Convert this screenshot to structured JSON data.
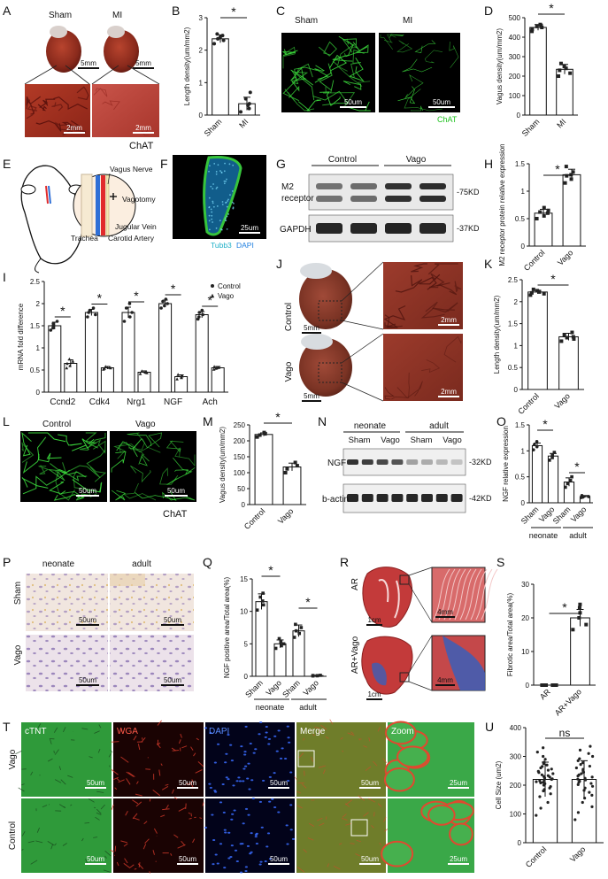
{
  "panels": {
    "A": {
      "letter": "A",
      "labels": [
        "Sham",
        "MI"
      ],
      "scale_top": "5mm",
      "scale_bottom": "2mm",
      "stain": "ChAT",
      "colors": {
        "tissue": "#a5301f",
        "tissue_dark": "#6e1510",
        "vessel": "#5c120d"
      }
    },
    "B": {
      "letter": "B",
      "signif": "*",
      "mark_shape": "circle"
    },
    "C": {
      "letter": "C",
      "labels": [
        "Sham",
        "MI"
      ],
      "scale": "50um",
      "stain": "ChAT",
      "colors": {
        "fiber": "#39d43a",
        "stain_text": "#22c322"
      }
    },
    "D": {
      "letter": "D",
      "signif": "*",
      "mark_shape": "square"
    },
    "E": {
      "letter": "E",
      "labels": {
        "nerve": "Vagus Nerve",
        "cut": "Vagotomy",
        "vein": "Jugular Vein",
        "trachea": "Trachea",
        "artery": "Carotid Artery"
      },
      "colors": {
        "vein": "#2f6fd6",
        "artery": "#e12b2b",
        "nerve": "#f2e9b6",
        "trachea": "#f6ead2"
      }
    },
    "F": {
      "letter": "F",
      "scale": "25um",
      "stains": [
        "Tubb3",
        "DAPI"
      ],
      "colors": {
        "green": "#37c43c",
        "blue": "#1a8fd6",
        "tubb3": "#1fb0c8",
        "dapi": "#1f7fe0"
      }
    },
    "G": {
      "letter": "G",
      "groups": [
        "Control",
        "Vago"
      ],
      "rows": [
        "M2 receptor",
        "GAPDH"
      ],
      "sizes": [
        "-75KD",
        "-37KD"
      ],
      "band_intensity": {
        "M2 receptor": [
          0.55,
          0.58,
          0.85,
          0.88
        ],
        "GAPDH": [
          0.9,
          0.9,
          0.92,
          0.9
        ]
      }
    },
    "H": {
      "letter": "H",
      "signif": "*",
      "mark_shape": "square"
    },
    "I": {
      "letter": "I",
      "signif": "*",
      "legend": [
        "Control",
        "Vago"
      ],
      "mark_shapes": [
        "circle",
        "triangle"
      ]
    },
    "J": {
      "letter": "J",
      "labels": [
        "Control",
        "Vago"
      ],
      "scale_left": "5mm",
      "scale_right": "2mm"
    },
    "K": {
      "letter": "K",
      "signif": "*",
      "mark_shape": "square"
    },
    "L": {
      "letter": "L",
      "labels": [
        "Control",
        "Vago"
      ],
      "scale": "50um",
      "stain": "ChAT"
    },
    "M": {
      "letter": "M",
      "signif": "*",
      "mark_shape": "square"
    },
    "N": {
      "letter": "N",
      "ages": [
        "neonate",
        "adult"
      ],
      "lanes": [
        "Sham",
        "Vago",
        "Sham",
        "Vago"
      ],
      "rows": [
        "NGF",
        "b-actin"
      ],
      "sizes": [
        "-32KD",
        "-42KD"
      ],
      "band_intensity": {
        "NGF": [
          0.85,
          0.8,
          0.75,
          0.7,
          0.35,
          0.3,
          0.25,
          0.2
        ],
        "b-actin": [
          0.9,
          0.9,
          0.9,
          0.9,
          0.9,
          0.9,
          0.9,
          0.9
        ]
      }
    },
    "O": {
      "letter": "O",
      "signif": "*",
      "mark_shapes": [
        "circle",
        "square",
        "square",
        "circle"
      ]
    },
    "P": {
      "letter": "P",
      "cols": [
        "neonate",
        "adult"
      ],
      "rows": [
        "Sham",
        "Vago"
      ],
      "scale": "50um"
    },
    "Q": {
      "letter": "Q",
      "signif": "*",
      "mark_shape": "square"
    },
    "R": {
      "letter": "R",
      "labels": [
        "AR",
        "AR+Vago"
      ],
      "scale_left": "1cm",
      "scale_right": "4mm",
      "colors": {
        "tissue": "#c33a3a",
        "fibrosis": "#3b5fb8"
      }
    },
    "S": {
      "letter": "S",
      "signif": "*",
      "mark_shape": "square"
    },
    "T": {
      "letter": "T",
      "cols": [
        "cTNT",
        "WGA",
        "DAPI",
        "Merge",
        "Zoom"
      ],
      "rows": [
        "Vago",
        "Control"
      ],
      "scales": [
        "50um",
        "50um",
        "50um",
        "50um",
        "25um"
      ],
      "colors": {
        "cTNT": "#2f9a3a",
        "WGA": "#d23a2a",
        "DAPI": "#2a4fc0",
        "Merge": "#6f7d2a",
        "Zoom": "#3aa848",
        "label": "#ffffff",
        "label_wga": "#ff5a4a",
        "label_dapi": "#5a8cff",
        "label_merge": "#ffffff"
      }
    },
    "U": {
      "letter": "U",
      "ns": "ns",
      "mark_shape": "circle"
    }
  },
  "chart_data": [
    {
      "panel": "B",
      "type": "bar",
      "categories": [
        "Sham",
        "MI"
      ],
      "values": [
        2.35,
        0.35
      ],
      "errors": [
        0.12,
        0.2
      ],
      "points": [
        [
          2.2,
          2.3,
          2.35,
          2.4,
          2.45,
          2.5
        ],
        [
          0.1,
          0.2,
          0.3,
          0.35,
          0.5,
          0.7
        ]
      ],
      "ylabel": "Length density(um/mm2)",
      "ylim": [
        0,
        3
      ],
      "yticks": [
        0,
        1,
        2,
        3
      ]
    },
    {
      "panel": "D",
      "type": "bar",
      "categories": [
        "Sham",
        "MI"
      ],
      "values": [
        450,
        235
      ],
      "errors": [
        15,
        25
      ],
      "points": [
        [
          430,
          440,
          450,
          455,
          460,
          465
        ],
        [
          200,
          215,
          230,
          240,
          250,
          265
        ]
      ],
      "ylabel": "Vagus density(um/mm2)",
      "ylim": [
        0,
        500
      ],
      "yticks": [
        0,
        100,
        200,
        300,
        400,
        500
      ]
    },
    {
      "panel": "H",
      "type": "bar",
      "categories": [
        "Control",
        "Vago"
      ],
      "values": [
        0.6,
        1.3
      ],
      "errors": [
        0.07,
        0.1
      ],
      "points": [
        [
          0.5,
          0.55,
          0.6,
          0.62,
          0.65,
          0.7
        ],
        [
          1.15,
          1.22,
          1.28,
          1.3,
          1.35,
          1.45
        ]
      ],
      "ylabel": "M2 receptor protein relative expression",
      "ylim": [
        0,
        1.5
      ],
      "yticks": [
        0,
        0.5,
        1.0,
        1.5
      ]
    },
    {
      "panel": "I",
      "type": "bar",
      "categories": [
        "Ccnd2",
        "Cdk4",
        "Nrg1",
        "NGF",
        "Ach"
      ],
      "series": [
        {
          "name": "Control",
          "values": [
            1.5,
            1.8,
            1.8,
            2.0,
            1.75
          ],
          "errors": [
            0.08,
            0.07,
            0.12,
            0.08,
            0.07
          ],
          "points": [
            [
              1.4,
              1.45,
              1.5,
              1.55,
              1.6
            ],
            [
              1.7,
              1.75,
              1.8,
              1.85,
              1.9
            ],
            [
              1.6,
              1.7,
              1.8,
              1.9,
              2.0
            ],
            [
              1.9,
              1.95,
              2.0,
              2.05,
              2.1
            ],
            [
              1.65,
              1.7,
              1.75,
              1.8,
              1.85
            ]
          ]
        },
        {
          "name": "Vago",
          "values": [
            0.65,
            0.55,
            0.45,
            0.35,
            0.55
          ],
          "errors": [
            0.08,
            0.03,
            0.03,
            0.04,
            0.03
          ],
          "points": [
            [
              0.55,
              0.6,
              0.65,
              0.7,
              0.75
            ],
            [
              0.52,
              0.54,
              0.55,
              0.56,
              0.58
            ],
            [
              0.42,
              0.44,
              0.45,
              0.46,
              0.48
            ],
            [
              0.3,
              0.33,
              0.35,
              0.37,
              0.4
            ],
            [
              0.52,
              0.54,
              0.55,
              0.56,
              0.58
            ]
          ]
        }
      ],
      "ylabel": "mRNA fold difference",
      "ylim": [
        0,
        2.5
      ],
      "yticks": [
        0,
        0.5,
        1.0,
        1.5,
        2.0,
        2.5
      ]
    },
    {
      "panel": "K",
      "type": "bar",
      "categories": [
        "Control",
        "Vago"
      ],
      "values": [
        2.22,
        1.2
      ],
      "errors": [
        0.04,
        0.08
      ],
      "points": [
        [
          2.15,
          2.18,
          2.2,
          2.22,
          2.25,
          2.28
        ],
        [
          1.1,
          1.15,
          1.18,
          1.2,
          1.25,
          1.3
        ]
      ],
      "ylabel": "Length density(um/mm2)",
      "ylim": [
        0,
        2.5
      ],
      "yticks": [
        0,
        0.5,
        1.0,
        1.5,
        2.0,
        2.5
      ]
    },
    {
      "panel": "M",
      "type": "bar",
      "categories": [
        "Control",
        "Vago"
      ],
      "values": [
        220,
        118
      ],
      "errors": [
        5,
        12
      ],
      "points": [
        [
          212,
          218,
          222,
          226
        ],
        [
          100,
          112,
          122,
          132
        ]
      ],
      "ylabel": "Vagus density(um/mm2)",
      "ylim": [
        0,
        250
      ],
      "yticks": [
        0,
        50,
        100,
        150,
        200,
        250
      ]
    },
    {
      "panel": "O",
      "type": "bar",
      "categories": [
        "Sham",
        "Vago",
        "Sham",
        "Vago"
      ],
      "groups": [
        "neonate",
        "adult"
      ],
      "values": [
        1.1,
        0.9,
        0.4,
        0.12
      ],
      "errors": [
        0.05,
        0.05,
        0.08,
        0.02
      ],
      "points": [
        [
          1.02,
          1.08,
          1.12,
          1.18
        ],
        [
          0.82,
          0.87,
          0.92,
          0.97
        ],
        [
          0.3,
          0.37,
          0.43,
          0.5
        ],
        [
          0.1,
          0.11,
          0.12,
          0.14
        ]
      ],
      "ylabel": "NGF relative expression",
      "ylim": [
        0,
        1.5
      ],
      "yticks": [
        0,
        0.5,
        1.0,
        1.5
      ]
    },
    {
      "panel": "Q",
      "type": "bar",
      "categories": [
        "Sham",
        "Vago",
        "Sham",
        "Vago"
      ],
      "groups": [
        "neonate",
        "adult"
      ],
      "values": [
        11.5,
        5.0,
        7.0,
        0.1
      ],
      "errors": [
        1.2,
        0.6,
        0.9,
        0.05
      ],
      "points": [
        [
          10.2,
          11.0,
          11.6,
          12.2,
          12.8
        ],
        [
          4.3,
          4.7,
          5.0,
          5.3,
          5.8
        ],
        [
          6.0,
          6.6,
          7.0,
          7.5,
          8.0
        ],
        [
          0.05,
          0.08,
          0.1,
          0.12,
          0.15
        ]
      ],
      "ylabel": "NGF positive area/Total area(%)",
      "ylim": [
        0,
        15
      ],
      "yticks": [
        0,
        5,
        10,
        15
      ]
    },
    {
      "panel": "S",
      "type": "bar",
      "categories": [
        "AR",
        "AR+Vago"
      ],
      "values": [
        0,
        20
      ],
      "errors": [
        0,
        2.5
      ],
      "points": [
        [
          0,
          0,
          0,
          0,
          0,
          0
        ],
        [
          16.5,
          18,
          20,
          21.5,
          23,
          24
        ]
      ],
      "ylabel": "Fibrotic area/Total area(%)",
      "ylim": [
        0,
        30
      ],
      "yticks": [
        0,
        10,
        20,
        30
      ]
    },
    {
      "panel": "U",
      "type": "bar",
      "categories": [
        "Control",
        "Vago"
      ],
      "values": [
        220,
        220
      ],
      "errors": [
        60,
        65
      ],
      "points": [
        [
          95,
          120,
          140,
          160,
          170,
          180,
          185,
          190,
          195,
          200,
          205,
          208,
          210,
          212,
          215,
          218,
          220,
          222,
          225,
          228,
          230,
          233,
          236,
          240,
          244,
          248,
          252,
          256,
          260,
          265,
          270,
          275,
          280,
          290,
          300,
          315,
          330
        ],
        [
          80,
          105,
          125,
          140,
          155,
          165,
          175,
          182,
          190,
          196,
          202,
          206,
          210,
          214,
          218,
          221,
          224,
          228,
          232,
          236,
          240,
          245,
          250,
          255,
          260,
          266,
          272,
          278,
          285,
          292,
          300,
          310,
          322,
          335
        ]
      ],
      "ylabel": "Cell Size (um2)",
      "ylim": [
        0,
        400
      ],
      "yticks": [
        0,
        100,
        200,
        300,
        400
      ]
    }
  ]
}
